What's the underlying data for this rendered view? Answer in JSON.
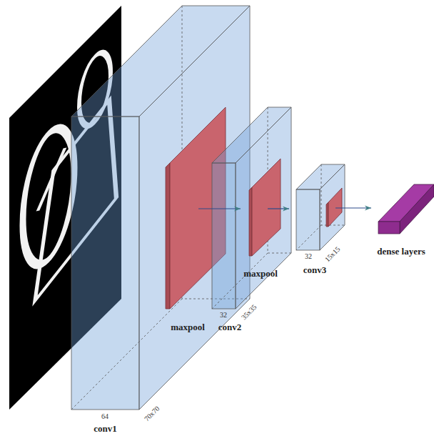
{
  "diagram": {
    "nodes": [
      {
        "text": [
          "conv1"
        ]
      },
      {
        "text": [
          "maxpool"
        ]
      },
      {
        "text": [
          "conv2"
        ]
      },
      {
        "text": [
          "maxpool"
        ]
      },
      {
        "text": [
          "conv3"
        ]
      },
      {
        "text": [
          "dense layers"
        ]
      }
    ],
    "edges": [
      {
        "from": 1,
        "to": 2,
        "arrow": "to"
      },
      {
        "from": 3,
        "to": 4,
        "arrow": "to"
      },
      {
        "from": 4,
        "to": 5,
        "arrow": "to"
      }
    ],
    "labels": [
      "64",
      "70x70",
      "32",
      "35x35",
      "32",
      "15x15"
    ]
  }
}
